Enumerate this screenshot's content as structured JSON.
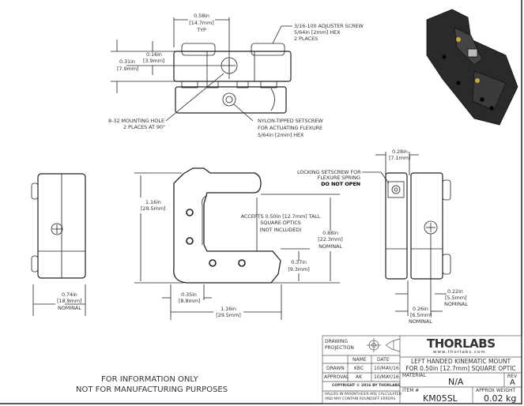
{
  "top_view": {
    "width_dim": {
      "in": "0.58in",
      "mm": "[14.7mm]",
      "note": "TYP"
    },
    "adjuster_screw": [
      "3/16-100 ADJUSTER SCREW",
      "5/64in [2mm] HEX",
      "2 PLACES"
    ],
    "hole_offset_dim": {
      "in": "0.16in",
      "mm": "[3.9mm]"
    },
    "height_dim": {
      "in": "0.31in",
      "mm": "[7.9mm]"
    },
    "mounting_hole": [
      "8-32 MOUNTING HOLE",
      "2 PLACES AT 90°"
    ],
    "setscrew": [
      "NYLON-TIPPED SETSCREW",
      "FOR ACTUATING FLEXURE",
      "5/64in [2mm] HEX"
    ]
  },
  "front_view": {
    "height_dim": {
      "in": "1.16in",
      "mm": "[29.5mm]"
    },
    "optic_note": [
      "ACCEPTS 0.50in [12.7mm] TALL",
      "SQUARE OPTICS",
      "(NOT INCLUDED)"
    ],
    "opening_dim": {
      "in": "0.88in",
      "mm": "[22.3mm]",
      "note": "NOMINAL"
    },
    "lower_dim": {
      "in": "0.37in",
      "mm": "[9.3mm]"
    },
    "left_dim": {
      "in": "0.35in",
      "mm": "[8.8mm]"
    },
    "width_dim": {
      "in": "1.16in",
      "mm": "[29.5mm]"
    }
  },
  "left_view": {
    "depth_dim": {
      "in": "0.74in",
      "mm": "[18.9mm]",
      "note": "NOMINAL"
    }
  },
  "side_view": {
    "width_dim": {
      "in": "0.28in",
      "mm": "[7.1mm]"
    },
    "locking_note": [
      "LOCKING SETSCREW FOR",
      "FLEXURE SPRING",
      "DO NOT OPEN"
    ],
    "dim_a": {
      "in": "0.22in",
      "mm": "[5.5mm]",
      "note": "NOMINAL"
    },
    "dim_b": {
      "in": "0.26in",
      "mm": "[6.5mm]",
      "note": "NOMINAL"
    }
  },
  "disclaimer": [
    "FOR INFORMATION ONLY",
    "NOT FOR MANUFACTURING PURPOSES"
  ],
  "title_block": {
    "projection_label": [
      "DRAWING",
      "PROJECTION"
    ],
    "logo": "THORLABS",
    "website": "www.thorlabs.com",
    "title": [
      "LEFT HANDED KINEMATIC MOUNT",
      "FOR 0.50in [12.7mm] SQUARE OPTIC"
    ],
    "name_header": "NAME",
    "date_header": "DATE",
    "drawn_label": "DRAWN",
    "drawn_name": "KBC",
    "drawn_date": "10/MAY/16",
    "approval_label": "APPROVAL",
    "approval_name": "AK",
    "approval_date": "10/MAY/16",
    "copyright": "COPYRIGHT © 2016 BY THORLABS",
    "values_note": [
      "VALUES IN PARENTHESIS ARE CALCULATED",
      "AND MAY CONTAIN ROUNDOFF ERRORS"
    ],
    "material_label": "MATERIAL",
    "material": "N/A",
    "rev_label": "REV",
    "rev": "A",
    "item_label": "ITEM #",
    "item": "KM05SL",
    "weight_label": "APPROX WEIGHT",
    "weight": "0.02 kg"
  }
}
